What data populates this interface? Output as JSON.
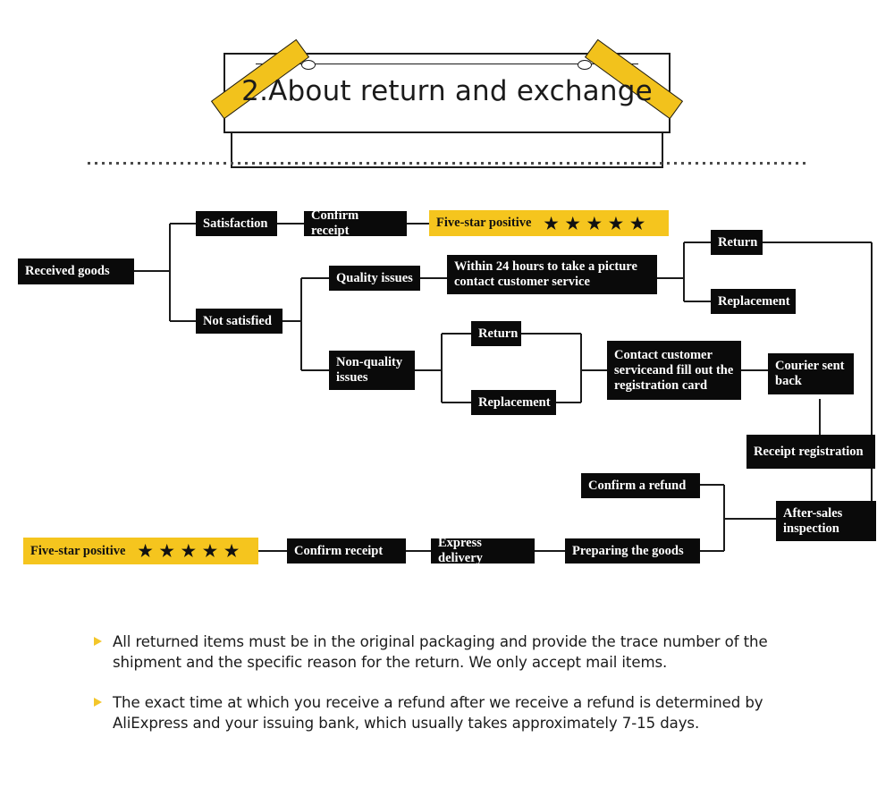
{
  "header": {
    "title": "2.About return and exchange",
    "ribbon_color": "#f2c21c"
  },
  "flowchart": {
    "nodes": [
      {
        "id": "received-goods",
        "label": "Received goods",
        "style": "dark"
      },
      {
        "id": "satisfaction",
        "label": "Satisfaction",
        "style": "dark"
      },
      {
        "id": "confirm-receipt-top",
        "label": "Confirm receipt",
        "style": "dark"
      },
      {
        "id": "five-star-top",
        "label": "Five-star positive",
        "style": "yellow",
        "stars": 5
      },
      {
        "id": "not-satisfied",
        "label": "Not satisfied",
        "style": "dark"
      },
      {
        "id": "quality-issues",
        "label": "Quality issues",
        "style": "dark"
      },
      {
        "id": "within-24-hours",
        "label": "Within 24 hours to take a picture contact customer service",
        "style": "dark"
      },
      {
        "id": "return-top",
        "label": "Return",
        "style": "dark"
      },
      {
        "id": "replacement-top",
        "label": "Replacement",
        "style": "dark"
      },
      {
        "id": "non-quality-issues",
        "label": "Non-quality issues",
        "style": "dark"
      },
      {
        "id": "return-mid",
        "label": "Return",
        "style": "dark"
      },
      {
        "id": "replacement-mid",
        "label": "Replacement",
        "style": "dark"
      },
      {
        "id": "contact-customer",
        "label": "Contact customer serviceand fill out the registration card",
        "style": "dark"
      },
      {
        "id": "courier-sent-back",
        "label": "Courier sent back",
        "style": "dark"
      },
      {
        "id": "receipt-registration",
        "label": "Receipt registration",
        "style": "dark"
      },
      {
        "id": "after-sales-inspection",
        "label": "After-sales inspection",
        "style": "dark"
      },
      {
        "id": "confirm-refund",
        "label": "Confirm a refund",
        "style": "dark"
      },
      {
        "id": "preparing-goods",
        "label": "Preparing the goods",
        "style": "dark"
      },
      {
        "id": "express-delivery",
        "label": "Express delivery",
        "style": "dark"
      },
      {
        "id": "confirm-receipt-bottom",
        "label": "Confirm receipt",
        "style": "dark"
      },
      {
        "id": "five-star-bottom",
        "label": "Five-star positive",
        "style": "yellow",
        "stars": 5
      }
    ],
    "star_glyph": "★",
    "box_color": "#0a0a0a",
    "highlight_color": "#f5c51e",
    "line_color": "#1b1b1b"
  },
  "notes": [
    {
      "bullet": "triangle-right-icon",
      "text": "All returned items must be in the original packaging and provide the trace number of the shipment and the specific reason for the return. We only accept mail items."
    },
    {
      "bullet": "triangle-right-icon",
      "text": "The exact time at which you receive a refund after we receive a refund is determined by AliExpress and your issuing bank, which usually takes approximately 7-15 days."
    }
  ]
}
